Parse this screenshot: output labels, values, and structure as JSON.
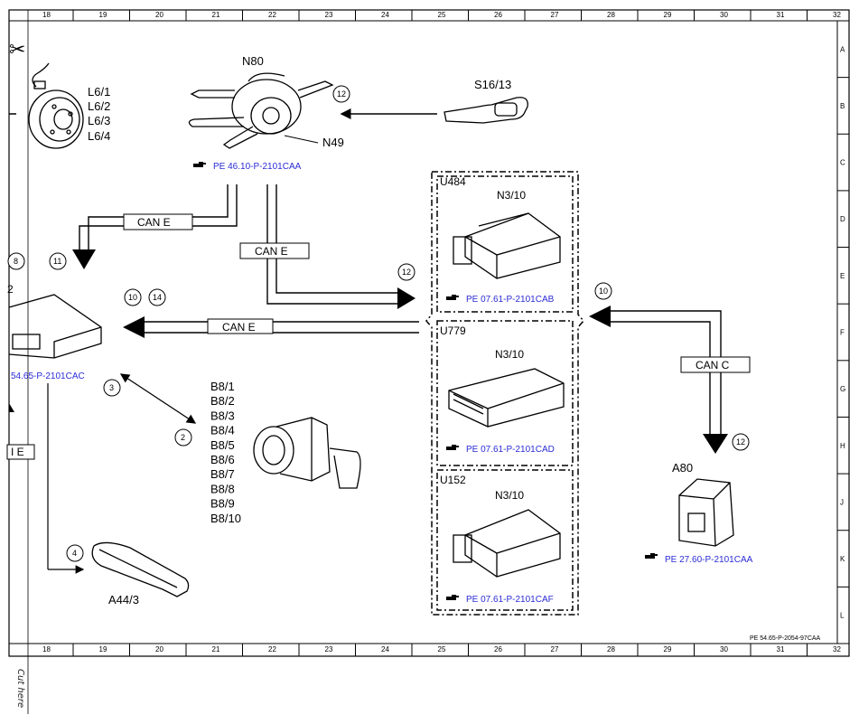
{
  "ruler": {
    "columns": [
      "18",
      "19",
      "20",
      "21",
      "22",
      "23",
      "24",
      "25",
      "26",
      "27",
      "28",
      "29",
      "30",
      "31",
      "32"
    ],
    "rows": [
      "A",
      "B",
      "C",
      "D",
      "E",
      "F",
      "G",
      "H",
      "J",
      "K",
      "L"
    ]
  },
  "components": {
    "l6": [
      "L6/1",
      "L6/2",
      "L6/3",
      "L6/4"
    ],
    "n80": "N80",
    "n49": "N49",
    "s16_13": "S16/13",
    "n80_ref": "PE 46.10-P-2101CAA",
    "u484": "U484",
    "u484_part": "N3/10",
    "u484_ref": "PE 07.61-P-2101CAB",
    "u779": "U779",
    "u779_part": "N3/10",
    "u779_ref": "PE 07.61-P-2101CAD",
    "u152": "U152",
    "u152_part": "N3/10",
    "u152_ref": "PE 07.61-P-2101CAF",
    "a80": "A80",
    "a80_ref": "PE 27.60-P-2101CAA",
    "b8": [
      "B8/1",
      "B8/2",
      "B8/3",
      "B8/4",
      "B8/5",
      "B8/6",
      "B8/7",
      "B8/8",
      "B8/9",
      "B8/10"
    ],
    "a44": "A44/3",
    "left_ref": "54.65-P-2101CAC",
    "left_num": "2",
    "left_can": "I E"
  },
  "buses": {
    "can_e_1": "CAN E",
    "can_e_2": "CAN E",
    "can_e_3": "CAN E",
    "can_c": "CAN C"
  },
  "callouts": {
    "c8": "8",
    "c11": "11",
    "c10a": "10",
    "c14": "14",
    "c12a": "12",
    "c12b": "12",
    "c3": "3",
    "c2": "2",
    "c4": "4",
    "c10b": "10",
    "c12c": "12"
  },
  "footer": {
    "doc_id": "PE 54.65-P-2054-97CAA",
    "cut_here": "Cut here"
  },
  "colors": {
    "line": "#000000",
    "reference_link": "#2b2bd6",
    "background": "#ffffff"
  }
}
